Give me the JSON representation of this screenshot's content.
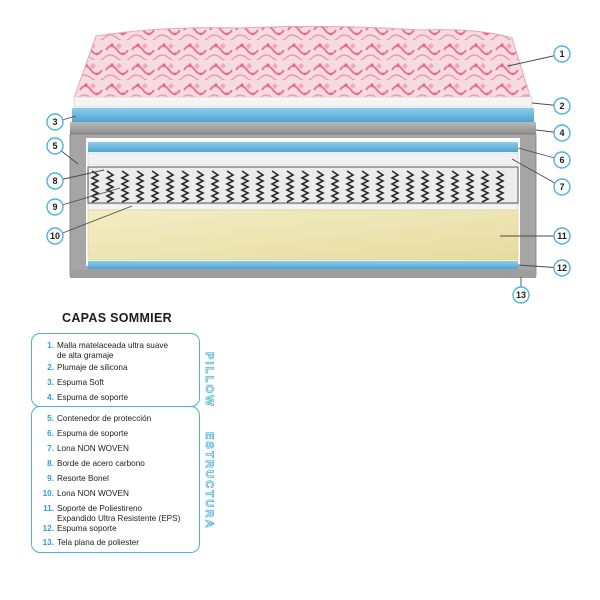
{
  "callouts": [
    "1",
    "2",
    "3",
    "4",
    "5",
    "6",
    "7",
    "8",
    "9",
    "10",
    "11",
    "12",
    "13"
  ],
  "title": "CAPAS SOMMIER",
  "groups": {
    "pillow": {
      "label": "PILLOW",
      "items": [
        {
          "num": "1.",
          "text": "Malla matelaceada ultra suave",
          "text2": "de alta gramaje"
        },
        {
          "num": "2.",
          "text": "Plumaje de silicona"
        },
        {
          "num": "3.",
          "text": "Espuma Soft"
        },
        {
          "num": "4.",
          "text": "Espuma de soporte"
        }
      ]
    },
    "estructura": {
      "label": "ESTRUCTURA",
      "items": [
        {
          "num": "5.",
          "text": "Contenedor de protección"
        },
        {
          "num": "6.",
          "text": "Espuma de soporte"
        },
        {
          "num": "7.",
          "text": "Lona NON WOVEN"
        },
        {
          "num": "8.",
          "text": "Borde de acero carbono"
        },
        {
          "num": "9.",
          "text": "Resorte Bonel"
        },
        {
          "num": "10.",
          "text": "Lona NON WOVEN"
        },
        {
          "num": "11.",
          "text": "Soporte de Poliestireno",
          "text2": "Expandido Ultra Resistente (EPS)"
        },
        {
          "num": "12.",
          "text": "Espuma soporte"
        },
        {
          "num": "13.",
          "text": "Tela plana de poliester"
        }
      ]
    }
  },
  "colors": {
    "accent": "#4fb3dd",
    "quilt": "#e8788f",
    "frame": "#9a9a9a",
    "foam_blue": "#5fb0d8",
    "eps": "#efe8b6",
    "spring": "#2b2b2b"
  }
}
